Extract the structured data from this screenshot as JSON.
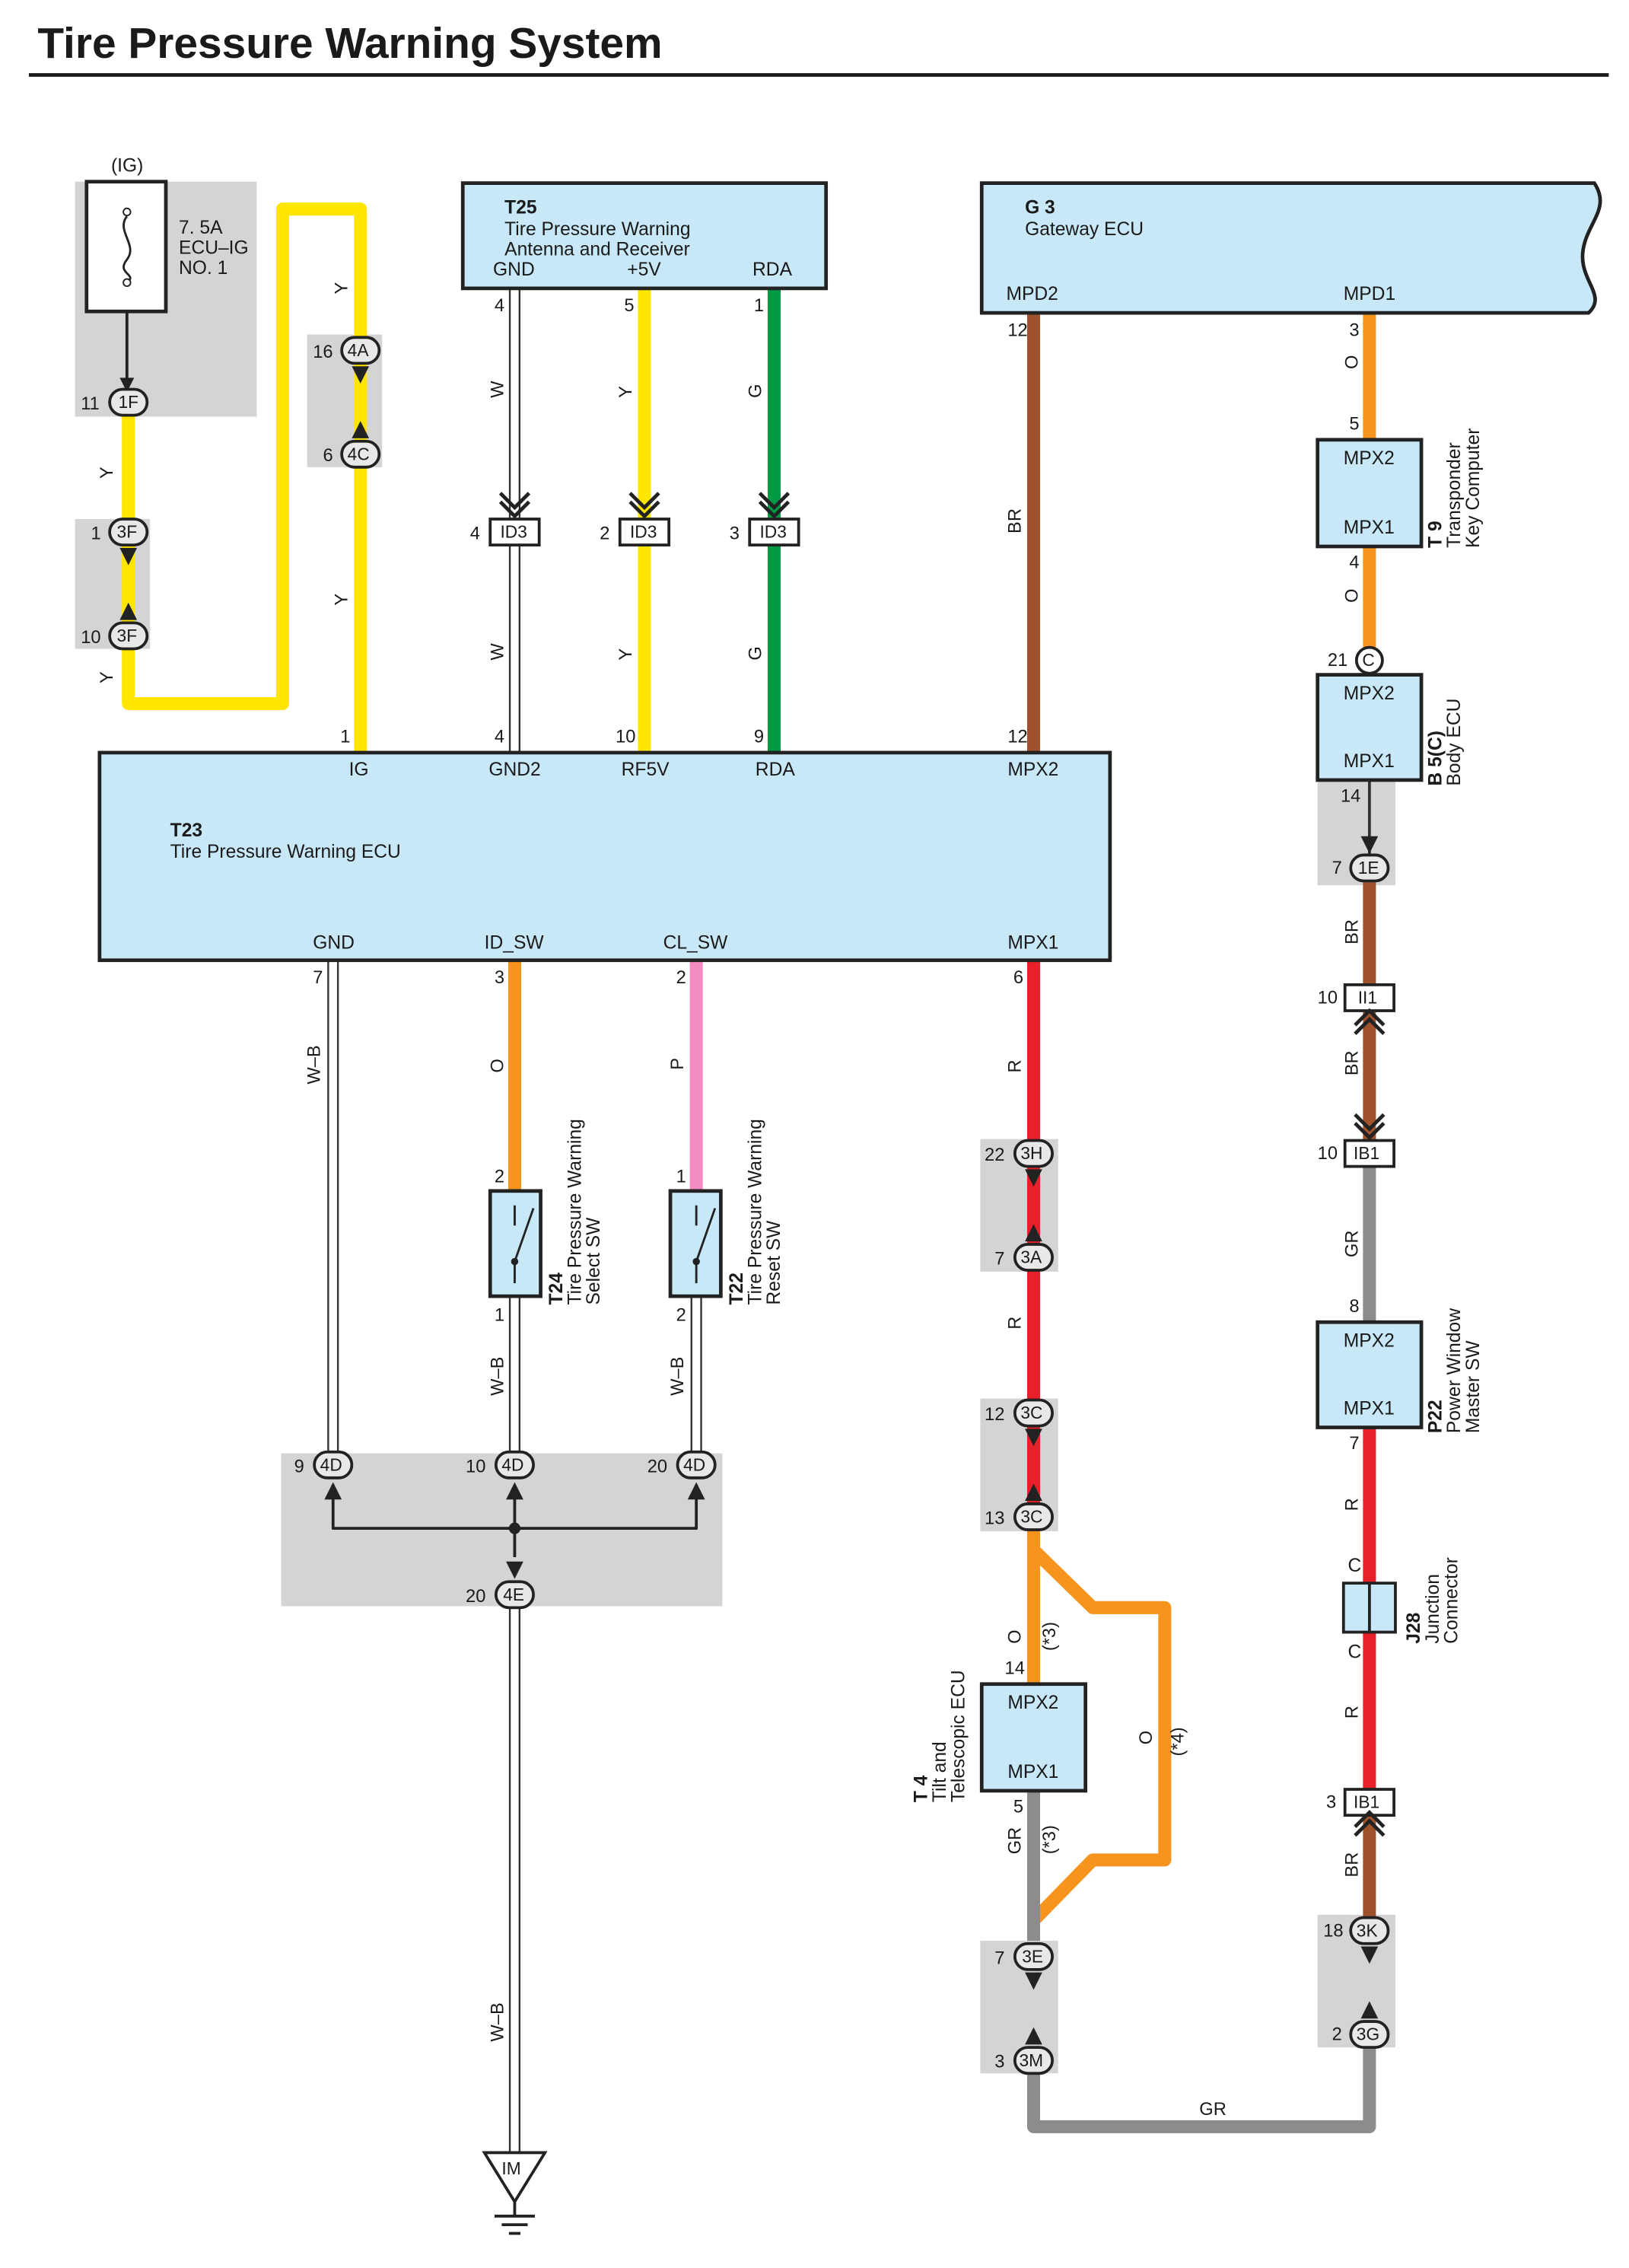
{
  "title": "Tire Pressure Warning System",
  "colors": {
    "component_fill": "#c8e8f8",
    "junction_block": "#d4d4d4",
    "Y": "#ffe600",
    "G": "#009a44",
    "BR": "#a0522d",
    "O": "#f7941d",
    "R": "#e8202a",
    "P": "#f28bc0",
    "GR": "#8c8c8c",
    "W": "#ffffff",
    "W-B": "#ffffff"
  },
  "fuse": {
    "supply": "(IG)",
    "line1": "7. 5A",
    "line2": "ECU–IG",
    "line3": "NO. 1"
  },
  "components": {
    "T25": {
      "code": "T25",
      "name1": "Tire Pressure Warning",
      "name2": "Antenna and Receiver",
      "terminals": [
        "GND",
        "+5V",
        "RDA"
      ]
    },
    "G3": {
      "code": "G 3",
      "name": "Gateway ECU",
      "terminals": [
        "MPD2",
        "MPD1"
      ]
    },
    "T23": {
      "code": "T23",
      "name": "Tire Pressure Warning ECU",
      "top_terminals": [
        "IG",
        "GND2",
        "RF5V",
        "RDA",
        "MPX2"
      ],
      "bottom_terminals": [
        "GND",
        "ID_SW",
        "CL_SW",
        "MPX1"
      ]
    },
    "T9": {
      "code": "T 9",
      "name1": "Transponder",
      "name2": "Key Computer",
      "t1": "MPX2",
      "t2": "MPX1"
    },
    "B5": {
      "code": "B 5(C)",
      "name": "Body ECU",
      "t1": "MPX2",
      "t2": "MPX1"
    },
    "T24": {
      "code": "T24",
      "name1": "Tire Pressure Warning",
      "name2": "Select SW"
    },
    "T22": {
      "code": "T22",
      "name1": "Tire Pressure Warning",
      "name2": "Reset SW"
    },
    "P22": {
      "code": "P22",
      "name1": "Power Window",
      "name2": "Master SW",
      "t1": "MPX2",
      "t2": "MPX1"
    },
    "T4": {
      "code": "T 4",
      "name1": "Tilt and",
      "name2": "Telescopic ECU",
      "t1": "MPX2",
      "t2": "MPX1"
    },
    "J28": {
      "code": "J28",
      "name1": "Junction",
      "name2": "Connector",
      "c": "C"
    }
  },
  "connectors": {
    "1F": "1F",
    "3F": "3F",
    "4A": "4A",
    "4C": "4C",
    "ID3": "ID3",
    "1E": "1E",
    "II1": "II1",
    "IB1": "IB1",
    "3H": "3H",
    "3A": "3A",
    "3C": "3C",
    "4D": "4D",
    "4E": "4E",
    "3E": "3E",
    "3M": "3M",
    "3K": "3K",
    "3G": "3G",
    "C": "C",
    "IM": "IM"
  },
  "pins": {
    "p11": "11",
    "p1": "1",
    "p10": "10",
    "p16": "16",
    "p6": "6",
    "p4": "4",
    "p5": "5",
    "p2": "2",
    "p3": "3",
    "p9": "9",
    "p12": "12",
    "p7": "7",
    "p14": "14",
    "p21": "21",
    "p22": "22",
    "p13": "13",
    "p20": "20",
    "p8": "8",
    "p18": "18"
  },
  "wires": {
    "Y": "Y",
    "W": "W",
    "G": "G",
    "BR": "BR",
    "O": "O",
    "R": "R",
    "P": "P",
    "GR": "GR",
    "WB": "W–B"
  },
  "notes": {
    "n3": "(*3)",
    "n4": "(*4)"
  }
}
